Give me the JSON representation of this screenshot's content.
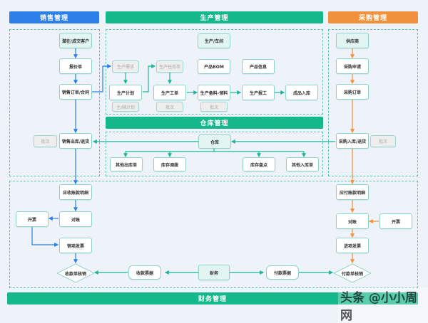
{
  "headers": {
    "sales": {
      "label": "销售管理",
      "color": "#2b7fe6"
    },
    "production": {
      "label": "生产管理",
      "color": "#15b88a"
    },
    "purchase": {
      "label": "采购管理",
      "color": "#f0923d"
    },
    "warehouse": {
      "label": "仓库管理",
      "color": "#15b88a"
    },
    "finance": {
      "label": "财务管理",
      "color": "#15b88a"
    }
  },
  "sales": {
    "nodes": [
      "潜在/成交客户",
      "报价单",
      "销售订单/合同",
      "销售出库/退货",
      "应收账款明细",
      "对账",
      "开票",
      "销项发票"
    ],
    "batch": "批次",
    "diamond": "收款单核销"
  },
  "production": {
    "workshop": "生产/车间",
    "bom": "产品BOM",
    "product_info": "产品信息",
    "demand": "生产需求",
    "plan": "生产计划",
    "master_plan": "主/辅计划",
    "task": "生产任务单",
    "work_order": "生产工单",
    "work_batch": "批次",
    "material": "生产备料-领料",
    "material_batch": "批次",
    "report": "生产报工",
    "finished": "成品入库"
  },
  "warehouse": {
    "center": "仓库",
    "nodes": [
      "其他出库单",
      "库存调拨",
      "库存盘点",
      "其他入库单"
    ]
  },
  "purchase": {
    "nodes": [
      "供应商",
      "采购申请",
      "采购订单",
      "采购入库/退货",
      "应付账款明细",
      "对账",
      "开票",
      "进项发票"
    ],
    "batch": "批次",
    "diamond": "付款单核销"
  },
  "finance": {
    "center": "财务",
    "receipt": "收款票据",
    "payment": "付款票据"
  },
  "watermark": "头条 @小小周网",
  "colors": {
    "sales_line": "#2b7fe6",
    "teal_line": "#1fb596",
    "purchase_line": "#f0923d"
  }
}
